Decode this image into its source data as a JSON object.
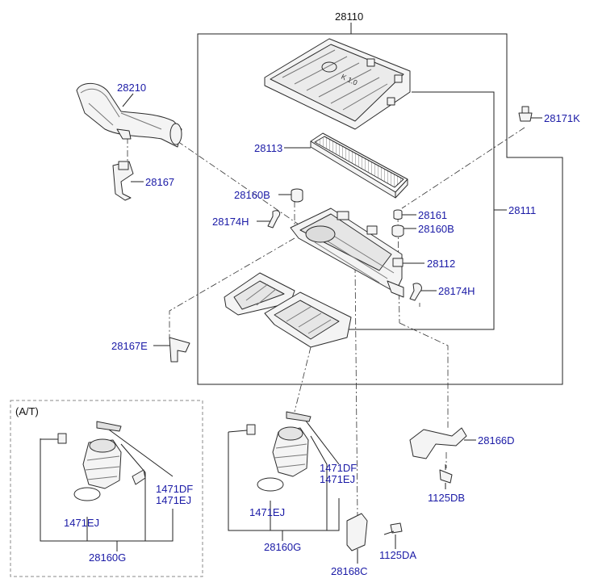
{
  "diagram": {
    "labels": {
      "top_assembly": "28110",
      "intake_hose": "28210",
      "hose_bracket": "28167",
      "cover_bolt": "28171K",
      "air_filter": "28113",
      "grommet_left": "28160B",
      "grommet_right": "28160B",
      "clip_left": "28174H",
      "clip_right": "28174H",
      "collar": "28161",
      "case_assembly": "28111",
      "lower_case": "28112",
      "lower_bracket": "28167E",
      "case_bracket": "28166D",
      "bracket_bolt": "1125DB",
      "at_group_title": "(A/T)",
      "at_clamp_top": "1471DF",
      "at_clamp_top_2": "1471EJ",
      "at_clamp_bottom": "1471EJ",
      "at_assembly": "28160G",
      "mt_clamp_top": "1471DF",
      "mt_clamp_top_2": "1471EJ",
      "mt_clamp_bottom": "1471EJ",
      "mt_assembly": "28160G",
      "mount_bracket": "28168C",
      "mount_bolt": "1125DA"
    },
    "colors": {
      "label": "#1a1aa6",
      "line": "#222222",
      "part_stroke": "#2b2b2b",
      "part_fill": "#f4f4f4"
    }
  }
}
